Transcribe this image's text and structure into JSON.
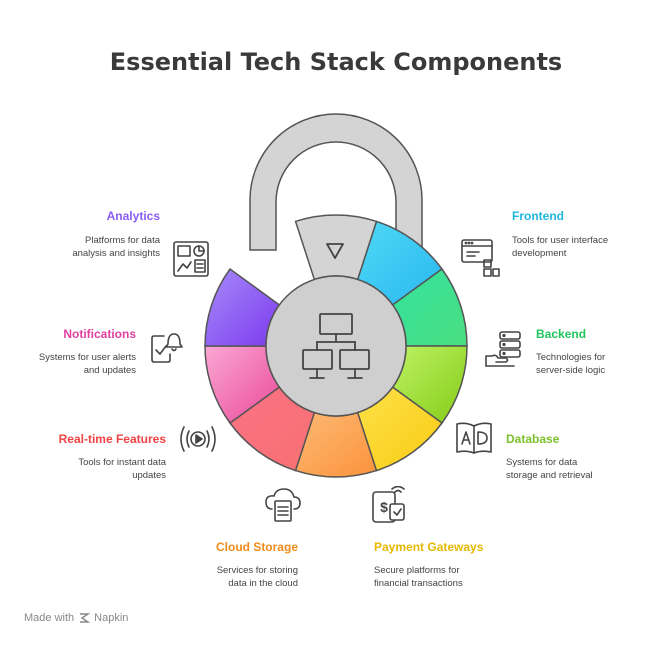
{
  "title": "Essential Tech Stack Components",
  "components": [
    {
      "id": "analytics",
      "label": "Analytics",
      "description": "Platforms for data\nanalysis and insights",
      "color": "#8b5cf6",
      "icon": "analytics-dashboard-icon"
    },
    {
      "id": "notifications",
      "label": "Notifications",
      "description": "Systems for user alerts\nand updates",
      "color": "#ec4899",
      "icon": "bell-check-icon"
    },
    {
      "id": "realtime",
      "label": "Real-time Features",
      "description": "Tools for instant data\nupdates",
      "color": "#ef4444",
      "icon": "live-broadcast-icon"
    },
    {
      "id": "cloud",
      "label": "Cloud Storage",
      "description": "Services for storing\ndata in the cloud",
      "color": "#f59e0b",
      "icon": "cloud-document-icon"
    },
    {
      "id": "payment",
      "label": "Payment Gateways",
      "description": "Secure platforms for\nfinancial transactions",
      "color": "#eab308",
      "icon": "payment-phone-icon"
    },
    {
      "id": "database",
      "label": "Database",
      "description": "Systems for data\nstorage and retrieval",
      "color": "#84cc16",
      "icon": "database-ad-icon"
    },
    {
      "id": "backend",
      "label": "Backend",
      "description": "Technologies for\nserver-side logic",
      "color": "#22c55e",
      "icon": "server-hand-icon"
    },
    {
      "id": "frontend",
      "label": "Frontend",
      "description": "Tools for user interface\ndevelopment",
      "color": "#06b6d4",
      "icon": "browser-window-icon"
    }
  ],
  "footer": {
    "text": "Made with",
    "brand": "Napkin"
  }
}
